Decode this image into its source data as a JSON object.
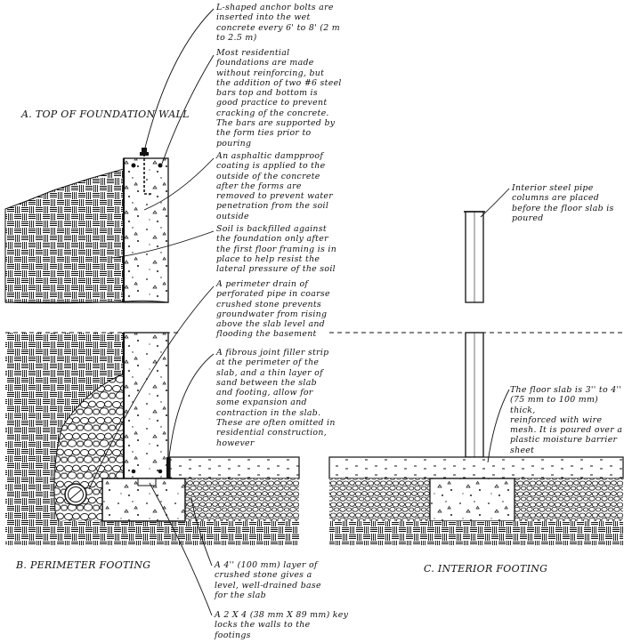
{
  "section_titles": {
    "a": "A. TOP OF FOUNDATION WALL",
    "b": "B. PERIMETER FOOTING",
    "c": "C. INTERIOR FOOTING"
  },
  "notes": {
    "anchor_bolts": "L-shaped anchor bolts are\ninserted into the wet\nconcrete every 6' to 8' (2 m\nto 2.5 m)",
    "reinforcing": "Most residential\nfoundations are made\nwithout reinforcing, but\nthe addition of two #6 steel\nbars top and bottom is\ngood practice to prevent\ncracking of the concrete.\nThe bars are supported by\nthe form ties prior to\npouring",
    "dampproof": "An asphaltic dampproof\ncoating is applied to the\noutside of the concrete\nafter the forms are\nremoved to prevent water\npenetration from the soil\noutside",
    "backfill": "Soil is backfilled against\nthe foundation only after\nthe first floor framing is in\nplace to help resist the\nlateral pressure of the soil",
    "drain": "A perimeter drain of\nperforated pipe in coarse\ncrushed stone prevents\ngroundwater from rising\nabove the slab level and\nflooding the basement",
    "joint_filler": "A fibrous joint filler strip\nat the perimeter of the\nslab, and a thin layer of\nsand between the slab\nand footing, allow for\nsome expansion and\ncontraction in the slab.\nThese are often omitted in\nresidential construction,\nhowever",
    "steel_columns": "Interior steel pipe\ncolumns are placed\nbefore the floor slab is\npoured",
    "floor_slab": "The floor slab is 3'' to 4''\n(75 mm to 100 mm) thick,\nreinforced with wire\nmesh. It is poured over a\nplastic moisture barrier\nsheet",
    "crushed_stone": "A 4'' (100 mm) layer of\ncrushed stone gives a\nlevel, well-drained base\nfor the slab",
    "key": "A 2 X 4 (38 mm X 89 mm) key\nlocks the walls to the\nfootings"
  },
  "colors": {
    "ink": "#111111",
    "paper": "#ffffff"
  }
}
